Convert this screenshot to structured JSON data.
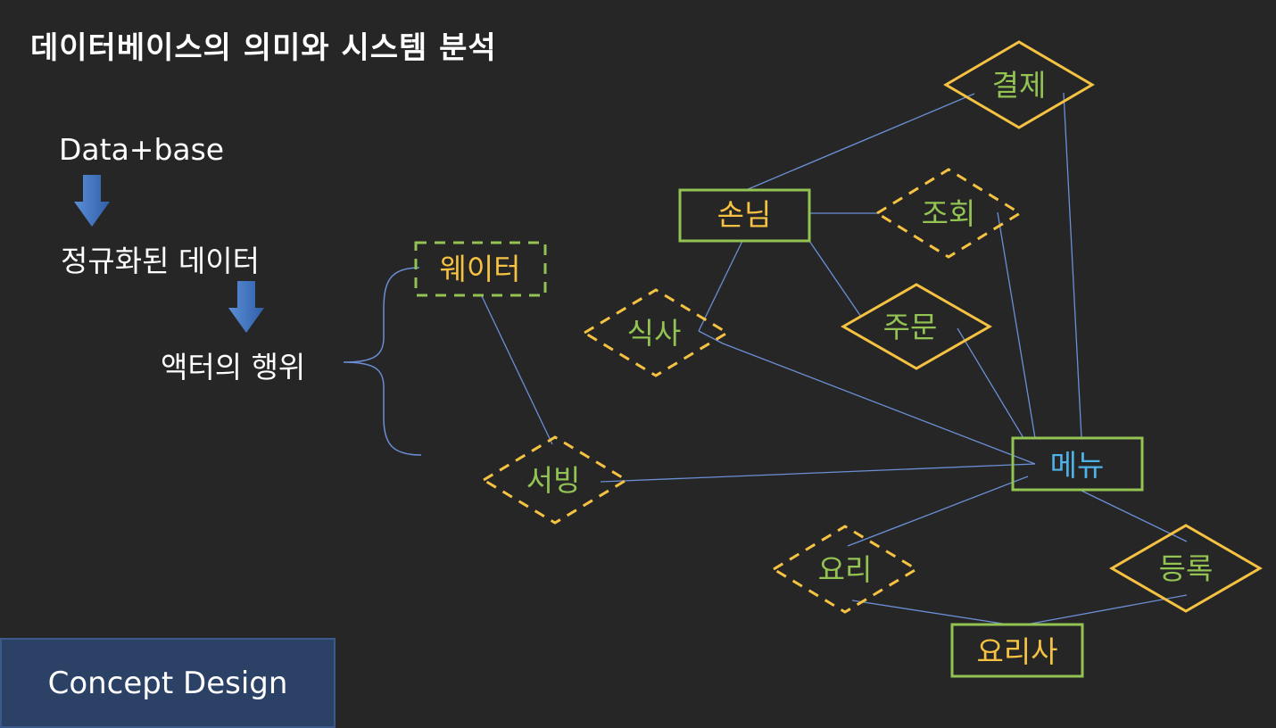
{
  "title": "데이터베이스의 의미와 시스템 분석",
  "flow": {
    "step1": "Data+base",
    "step2": "정규화된 데이터",
    "step3": "액터의 행위"
  },
  "diagram": {
    "entities": {
      "guest": "손님",
      "waiter": "웨이터",
      "menu": "메뉴",
      "cook": "요리사"
    },
    "relations": {
      "payment": "결제",
      "inquiry": "조회",
      "meal": "식사",
      "order": "주문",
      "serving": "서빙",
      "cooking": "요리",
      "register": "등록"
    }
  },
  "footer": {
    "label": "Concept Design"
  },
  "colors": {
    "background": "#262626",
    "entity_border": "#92c353",
    "relation_border": "#f5c242",
    "entity_text": "#f5c242",
    "relation_text": "#92c353",
    "menu_text": "#4fb3ea",
    "connector": "#6b8fd6",
    "footer_bg": "#2b4266"
  }
}
